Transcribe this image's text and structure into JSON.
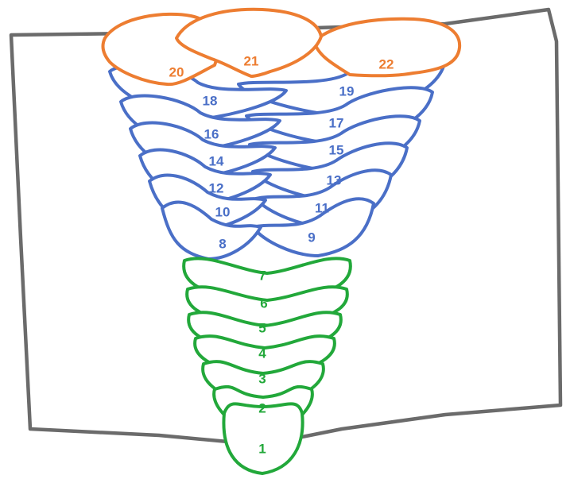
{
  "colors": {
    "green": "#22a83a",
    "blue": "#4a6fc7",
    "orange": "#ed7d31",
    "outline": "#6b6b6b"
  },
  "pieces": [
    {
      "label": "1",
      "group": "green"
    },
    {
      "label": "2",
      "group": "green"
    },
    {
      "label": "3",
      "group": "green"
    },
    {
      "label": "4",
      "group": "green"
    },
    {
      "label": "5",
      "group": "green"
    },
    {
      "label": "6",
      "group": "green"
    },
    {
      "label": "7",
      "group": "green"
    },
    {
      "label": "8",
      "group": "blue"
    },
    {
      "label": "9",
      "group": "blue"
    },
    {
      "label": "10",
      "group": "blue"
    },
    {
      "label": "11",
      "group": "blue"
    },
    {
      "label": "12",
      "group": "blue"
    },
    {
      "label": "13",
      "group": "blue"
    },
    {
      "label": "14",
      "group": "blue"
    },
    {
      "label": "15",
      "group": "blue"
    },
    {
      "label": "16",
      "group": "blue"
    },
    {
      "label": "17",
      "group": "blue"
    },
    {
      "label": "18",
      "group": "blue"
    },
    {
      "label": "19",
      "group": "blue"
    },
    {
      "label": "20",
      "group": "orange"
    },
    {
      "label": "21",
      "group": "orange"
    },
    {
      "label": "22",
      "group": "orange"
    }
  ]
}
